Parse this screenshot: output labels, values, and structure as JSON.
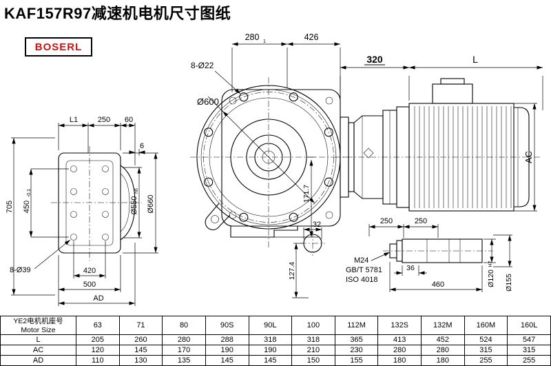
{
  "page": {
    "title": "KAF157R97减速机电机尺寸图纸",
    "logo_text": "BOSERL",
    "colors": {
      "line": "#000000",
      "logo_red": "#cc1111",
      "background": "#ffffff"
    }
  },
  "drawing": {
    "rear_view": {
      "dim_l1": "L1",
      "dim_250": "250",
      "dim_60": "60",
      "dim_6": "6",
      "dim_705": "705",
      "dim_450": "450",
      "dim_450_tol": "-0.1",
      "dim_8xd39": "8-Ø39",
      "dim_420": "420",
      "dim_500": "500",
      "dim_ad": "AD",
      "dim_d550": "Ø550",
      "dim_d550_fit": "h6",
      "dim_d660": "Ø660"
    },
    "front_view": {
      "dim_280": "280",
      "dim_280_tol": "1",
      "dim_426": "426",
      "dim_8xd22": "8-Ø22",
      "dim_d600": "Ø600",
      "dim_171_7": "171.7"
    },
    "motor_view": {
      "dim_320": "320",
      "dim_l": "L",
      "dim_ac": "AC"
    },
    "shaft_end_view": {
      "dim_32": "32",
      "dim_127_4": "127.4"
    },
    "shaft_detail_view": {
      "dim_250_a": "250",
      "dim_250_b": "250",
      "note_m24": "M24",
      "note_gb": "GB/T 5781",
      "note_iso": "ISO 4018",
      "dim_36": "36",
      "dim_460": "460",
      "dim_d120": "Ø120",
      "dim_d120_fit": "H7",
      "dim_d155": "Ø155"
    }
  },
  "table": {
    "header_cn": "YE2电机机座号",
    "header_en": "Motor Size",
    "sizes": [
      "63",
      "71",
      "80",
      "90S",
      "90L",
      "100",
      "112M",
      "132S",
      "132M",
      "160M",
      "160L"
    ],
    "rows": [
      {
        "label": "L",
        "values": [
          "205",
          "260",
          "280",
          "288",
          "318",
          "318",
          "365",
          "413",
          "452",
          "524",
          "547"
        ]
      },
      {
        "label": "AC",
        "values": [
          "120",
          "145",
          "170",
          "190",
          "190",
          "210",
          "230",
          "280",
          "280",
          "315",
          "315"
        ]
      },
      {
        "label": "AD",
        "values": [
          "110",
          "130",
          "135",
          "145",
          "145",
          "150",
          "155",
          "180",
          "180",
          "255",
          "255"
        ]
      }
    ]
  }
}
